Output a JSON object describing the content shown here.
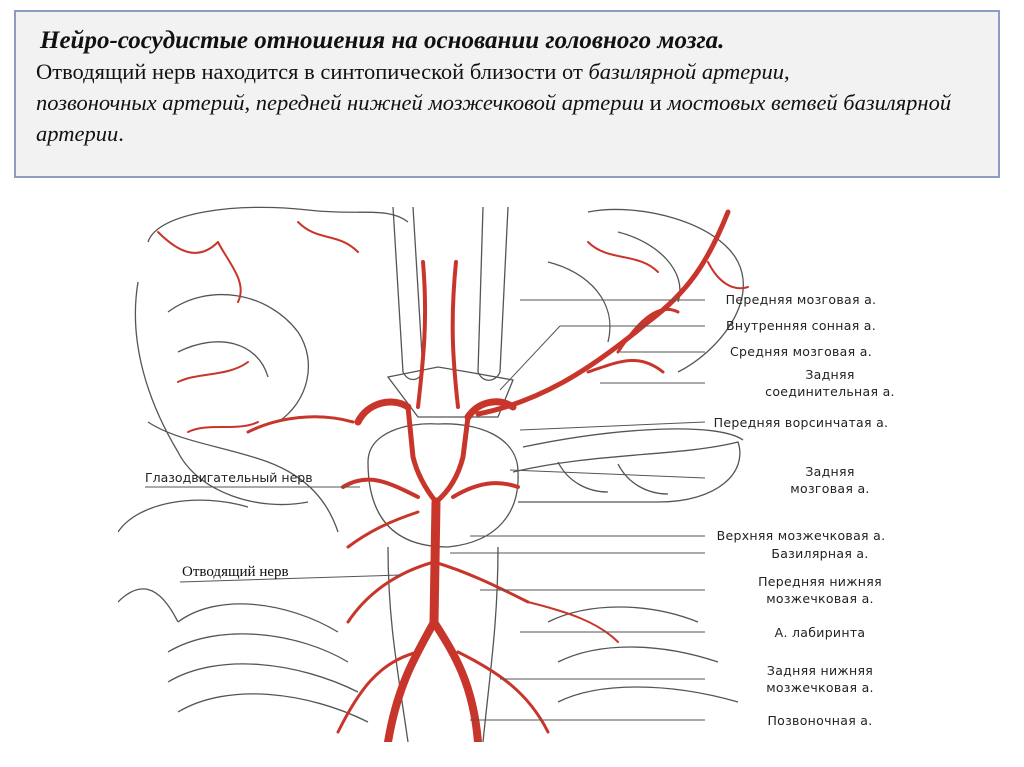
{
  "caption": {
    "title": "Нейро-сосудистые отношения  на  основании головного мозга.",
    "text_part1": "Отводящий нерв находится в синтопической близости от ",
    "italic1": "базилярной артерии",
    "text_part2": ",",
    "italic2": "позвоночных артерий",
    "text_part3": ", ",
    "italic3": "передней нижней мозжечковой артерии",
    "text_part4": "  и ",
    "italic4": "мостовых ветвей базилярной артерии",
    "text_part5": "."
  },
  "labels_right": [
    {
      "line1": "Передняя мозговая а.",
      "line2": ""
    },
    {
      "line1": "Внутренняя сонная а.",
      "line2": ""
    },
    {
      "line1": "Средняя мозговая а.",
      "line2": ""
    },
    {
      "line1": "Задняя",
      "line2": "соединительная а."
    },
    {
      "line1": "Передняя ворсинчатая а.",
      "line2": ""
    },
    {
      "line1": "Задняя",
      "line2": "мозговая а."
    },
    {
      "line1": "Верхняя мозжечковая а.",
      "line2": ""
    },
    {
      "line1": "Базилярная а.",
      "line2": ""
    },
    {
      "line1": "Передняя нижняя",
      "line2": "мозжечковая а."
    },
    {
      "line1": "А. лабиринта",
      "line2": ""
    },
    {
      "line1": "Задняя нижняя",
      "line2": "мозжечковая а."
    },
    {
      "line1": "Позвоночная а.",
      "line2": ""
    }
  ],
  "label_oculomotor": "Глазодвигательный нерв",
  "label_abducens": "Отводящий нерв",
  "colors": {
    "artery": "#c8362b",
    "outline": "#444444",
    "caption_border": "#8e9bc4",
    "caption_bg": "#f2f2f2"
  }
}
